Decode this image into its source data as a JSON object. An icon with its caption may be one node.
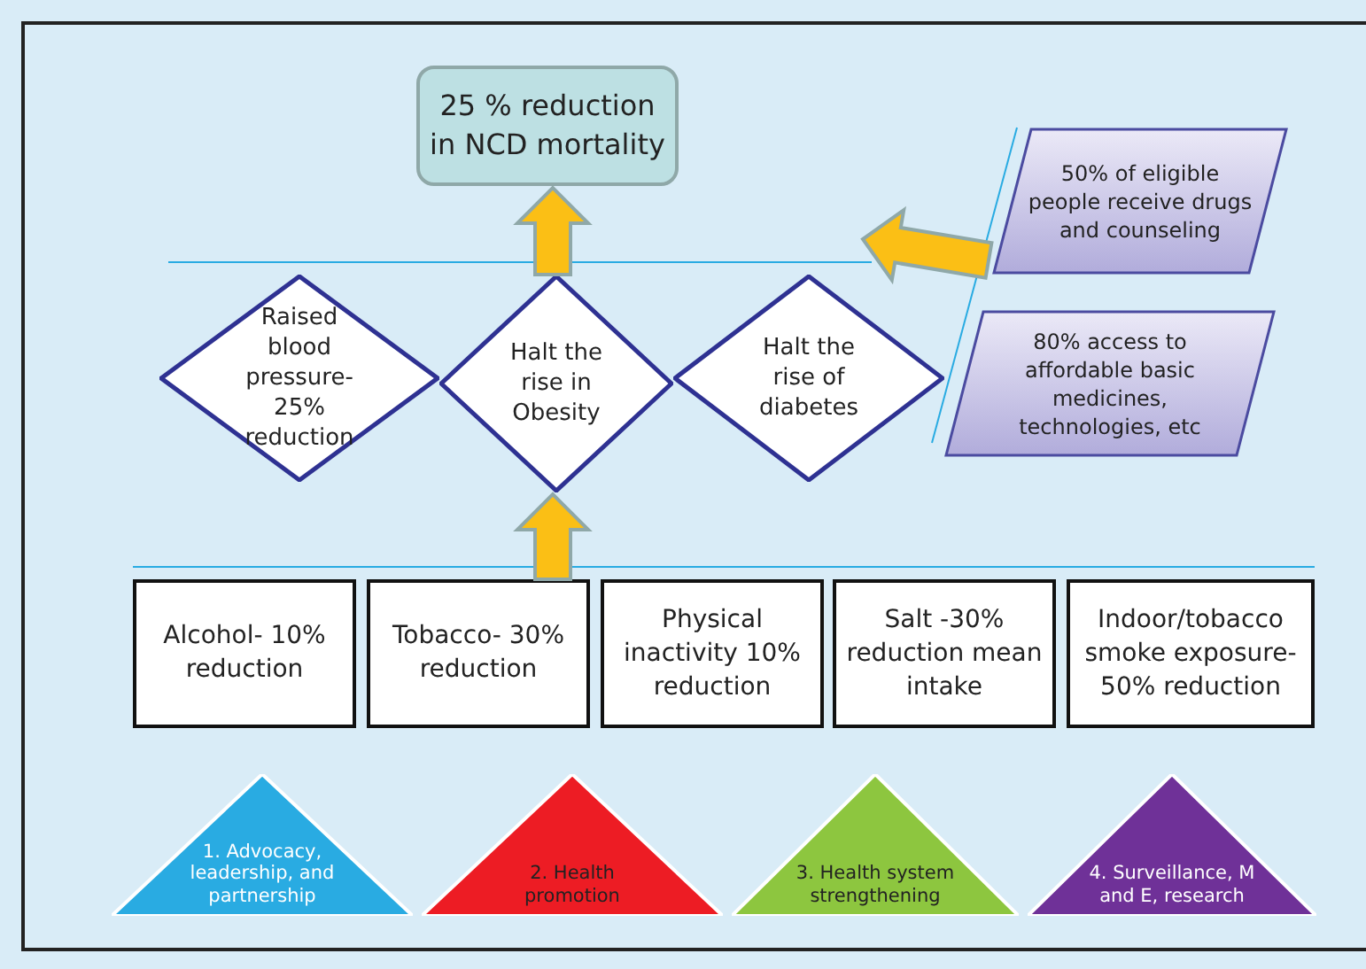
{
  "diagram": {
    "nodes": [
      {
        "text": [
          "25 % reduction in NCD mortality"
        ]
      },
      {
        "text": [
          "Raised blood pressure- 25% reduction"
        ]
      },
      {
        "text": [
          "Halt the rise in Obesity"
        ]
      },
      {
        "text": [
          "Halt the rise of diabetes"
        ]
      },
      {
        "text": [
          "50% of eligible people receive drugs and counseling"
        ]
      },
      {
        "text": [
          "80% access to affordable basic medicines, technologies, etc"
        ]
      },
      {
        "text": [
          "Alcohol- 10% reduction"
        ]
      },
      {
        "text": [
          "Tobacco- 30% reduction"
        ]
      },
      {
        "text": [
          "Physical inactivity 10% reduction"
        ]
      },
      {
        "text": [
          "Salt -30% reduction mean intake"
        ]
      },
      {
        "text": [
          "Indoor/tobacco smoke exposure- 50% reduction"
        ]
      },
      {
        "text": [
          "1. Advocacy, leadership, and partnership"
        ]
      },
      {
        "text": [
          "2. Health promotion"
        ]
      },
      {
        "text": [
          "3. Health system strengthening"
        ]
      },
      {
        "text": [
          "4. Surveillance, M and E, research"
        ]
      }
    ],
    "edges": [
      {
        "from": 2,
        "to": 0,
        "arrow": "to",
        "style": "thick"
      },
      {
        "from": 7,
        "to": 2,
        "arrow": "to",
        "style": "thick"
      },
      {
        "from": 4,
        "to": null,
        "arrow": "to",
        "style": "thick"
      }
    ]
  }
}
